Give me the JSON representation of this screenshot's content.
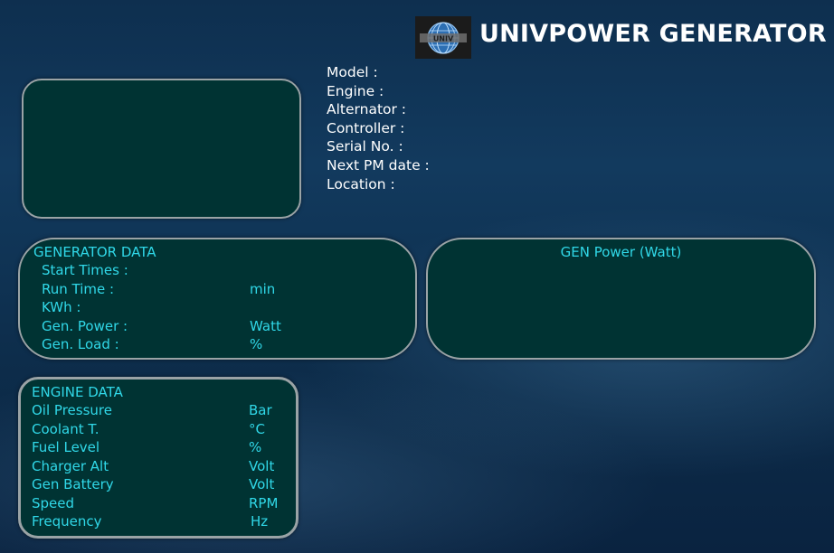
{
  "header": {
    "title": "UNIVPOWER GENERATOR",
    "logo_icon": "globe-logo-icon"
  },
  "info": {
    "items": [
      "Model :",
      "Engine :",
      "Alternator :",
      "Controller :",
      "Serial No. :",
      "Next PM date :",
      "Location :"
    ]
  },
  "generator_data": {
    "title": "GENERATOR DATA",
    "rows": [
      {
        "label": "Start Times :",
        "unit": ""
      },
      {
        "label": "Run Time :",
        "unit": "min"
      },
      {
        "label": "KWh :",
        "unit": ""
      },
      {
        "label": "Gen. Power :",
        "unit": "Watt"
      },
      {
        "label": "Gen. Load :",
        "unit": "%"
      }
    ]
  },
  "gen_power": {
    "title": "GEN Power (Watt)"
  },
  "engine_data": {
    "title": "ENGINE DATA",
    "rows": [
      {
        "label": "Oil Pressure",
        "unit": "Bar"
      },
      {
        "label": "Coolant T.",
        "unit": "°C"
      },
      {
        "label": "Fuel Level",
        "unit": "%"
      },
      {
        "label": "Charger Alt",
        "unit": "Volt"
      },
      {
        "label": "Gen Battery",
        "unit": "Volt"
      },
      {
        "label": "Speed",
        "unit": "RPM"
      },
      {
        "label": "Frequency",
        "unit": "Hz"
      }
    ]
  },
  "colors": {
    "panel_bg": "#003333",
    "accent_text": "#30d8e8",
    "border": "#9aa3a6"
  }
}
